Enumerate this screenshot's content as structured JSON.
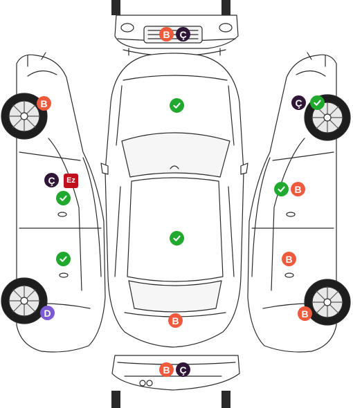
{
  "marker_types": {
    "b": {
      "label": "B",
      "color": "#f05a3c"
    },
    "c": {
      "label": "Ç",
      "color": "#2f1536"
    },
    "d": {
      "label": "D",
      "color": "#7c5ad6"
    },
    "e": {
      "label": "Ez",
      "color": "#c0101c"
    },
    "ok": {
      "icon": "check-icon",
      "color": "#21a82f"
    }
  },
  "markers": [
    {
      "part": "front-bumper",
      "type": "b"
    },
    {
      "part": "front-bumper",
      "type": "c"
    },
    {
      "part": "hood",
      "type": "ok"
    },
    {
      "part": "roof",
      "type": "ok"
    },
    {
      "part": "trunk",
      "type": "b"
    },
    {
      "part": "rear-bumper",
      "type": "b"
    },
    {
      "part": "rear-bumper",
      "type": "c"
    },
    {
      "part": "left-front-fender",
      "type": "b"
    },
    {
      "part": "left-front-door",
      "type": "c"
    },
    {
      "part": "left-front-door",
      "type": "e"
    },
    {
      "part": "left-front-door",
      "type": "ok"
    },
    {
      "part": "left-rear-door",
      "type": "ok"
    },
    {
      "part": "left-rear-fender",
      "type": "d"
    },
    {
      "part": "right-front-fender",
      "type": "c"
    },
    {
      "part": "right-front-fender",
      "type": "ok"
    },
    {
      "part": "right-front-door",
      "type": "ok"
    },
    {
      "part": "right-front-door",
      "type": "b"
    },
    {
      "part": "right-rear-door",
      "type": "b"
    },
    {
      "part": "right-rear-fender",
      "type": "b"
    }
  ]
}
